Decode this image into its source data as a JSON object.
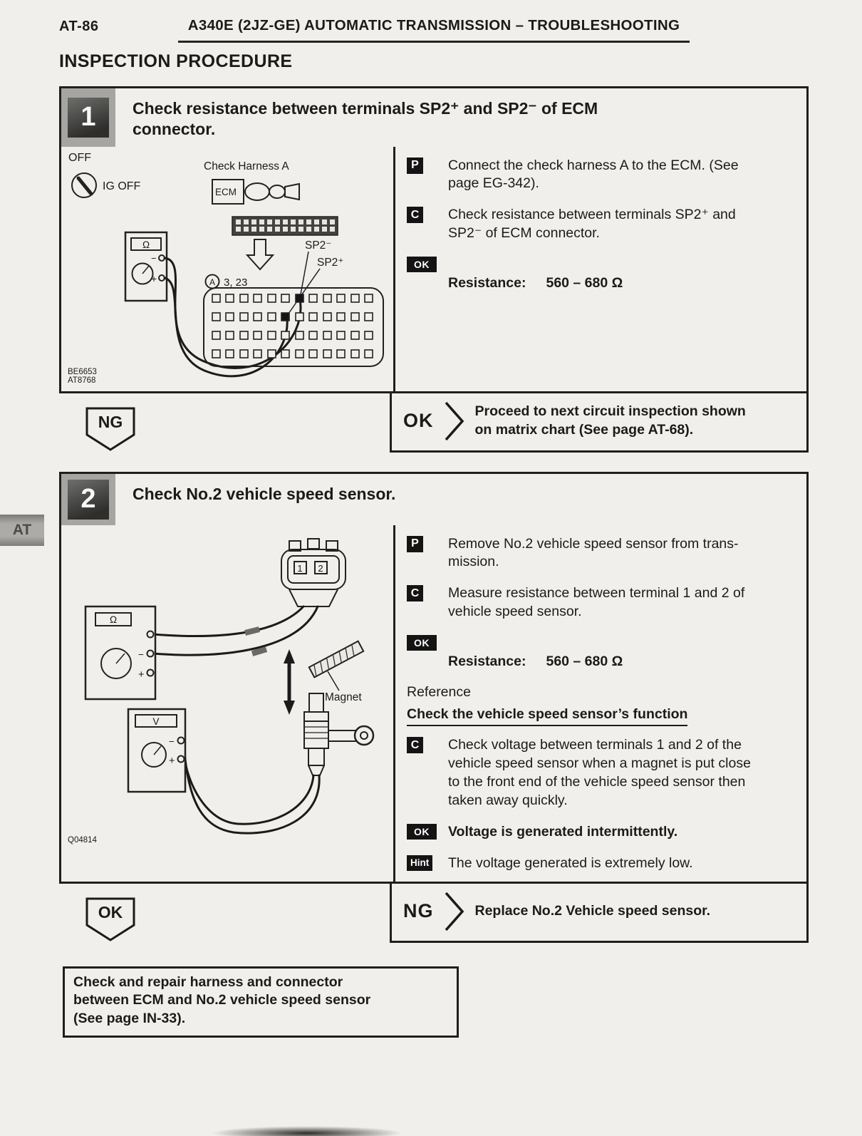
{
  "page": {
    "page_number": "AT-86",
    "header_title": "A340E (2JZ-GE) AUTOMATIC TRANSMISSION – TROUBLESHOOTING",
    "section_title": "INSPECTION PROCEDURE",
    "side_tab_label": "AT"
  },
  "step1": {
    "number": "1",
    "title": "Check resistance between terminals SP2⁺ and SP2⁻ of ECM\nconnector.",
    "diagram": {
      "off_label": "OFF",
      "ig_off_label": "IG OFF",
      "harness_label": "Check Harness A",
      "ecm_label": "ECM",
      "sp2_minus_label": "SP2⁻",
      "sp2_plus_label": "SP2⁺",
      "circle_a_label": "A",
      "terminals_label": "3, 23",
      "ohm_symbol": "Ω",
      "minus_sign": "−",
      "plus_sign": "+",
      "figure_code_line1": "BE6653",
      "figure_code_line2": "AT8768"
    },
    "instructions": [
      {
        "badge": "P",
        "text": "Connect the check harness A to the ECM. (See\npage EG-342)."
      },
      {
        "badge": "C",
        "text": "Check resistance between terminals SP2⁺ and\nSP2⁻ of ECM connector."
      }
    ],
    "result": {
      "badge": "OK",
      "label": "Resistance:",
      "value": "560 – 680 Ω"
    },
    "ng_label": "NG",
    "ok_label": "OK",
    "ok_action": "Proceed to next circuit inspection shown\non matrix chart (See page AT-68)."
  },
  "step2": {
    "number": "2",
    "title": "Check No.2 vehicle speed sensor.",
    "diagram": {
      "terminal_1_label": "1",
      "terminal_2_label": "2",
      "ohm_symbol": "Ω",
      "volt_symbol": "V",
      "minus_sign": "−",
      "plus_sign": "+",
      "magnet_label": "Magnet",
      "figure_code": "Q04814"
    },
    "instructions": [
      {
        "badge": "P",
        "text": "Remove No.2 vehicle speed sensor from trans-\nmission."
      },
      {
        "badge": "C",
        "text": "Measure resistance between terminal 1 and 2 of\nvehicle speed sensor."
      }
    ],
    "result": {
      "badge": "OK",
      "label": "Resistance:",
      "value": "560 – 680 Ω"
    },
    "reference": {
      "heading": "Reference",
      "subtitle": "Check the vehicle speed sensor’s function",
      "check": {
        "badge": "C",
        "text": "Check voltage between terminals 1 and 2 of the\nvehicle speed sensor when a magnet is put close\nto the front end of the vehicle speed sensor then\ntaken away quickly."
      },
      "result": {
        "badge": "OK",
        "text": "Voltage is generated intermittently."
      },
      "hint": {
        "badge": "Hint",
        "text": "The voltage generated is extremely low."
      }
    },
    "ok_label": "OK",
    "ng_label": "NG",
    "ng_action": "Replace No.2 Vehicle speed sensor."
  },
  "footer_note": {
    "line1": "Check and repair harness and connector",
    "line2": "between ECM and No.2 vehicle speed sensor",
    "line3": "(See page IN-33)."
  }
}
